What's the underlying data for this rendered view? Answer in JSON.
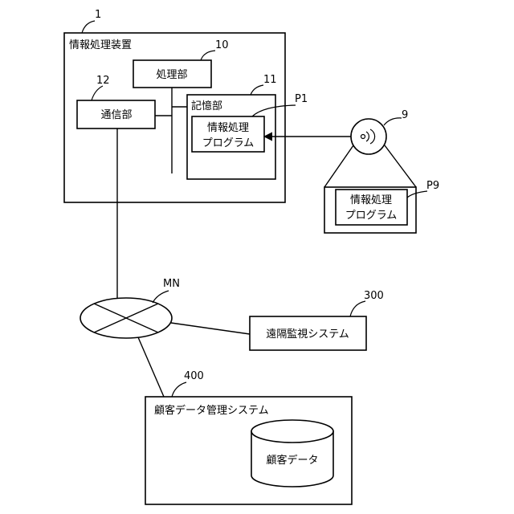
{
  "labels": {
    "apparatus": "情報処理装置",
    "processor": "処理部",
    "comm": "通信部",
    "storage": "記憶部",
    "program_line1": "情報処理",
    "program_line2": "プログラム",
    "remote": "遠隔監視システム",
    "customer_system": "顧客データ管理システム",
    "customer_data": "顧客データ"
  },
  "refs": {
    "apparatus": "1",
    "processor": "10",
    "storage": "11",
    "comm": "12",
    "program": "P1",
    "medium": "9",
    "medium_program": "P9",
    "network": "MN",
    "remote": "300",
    "customer_system": "400"
  }
}
